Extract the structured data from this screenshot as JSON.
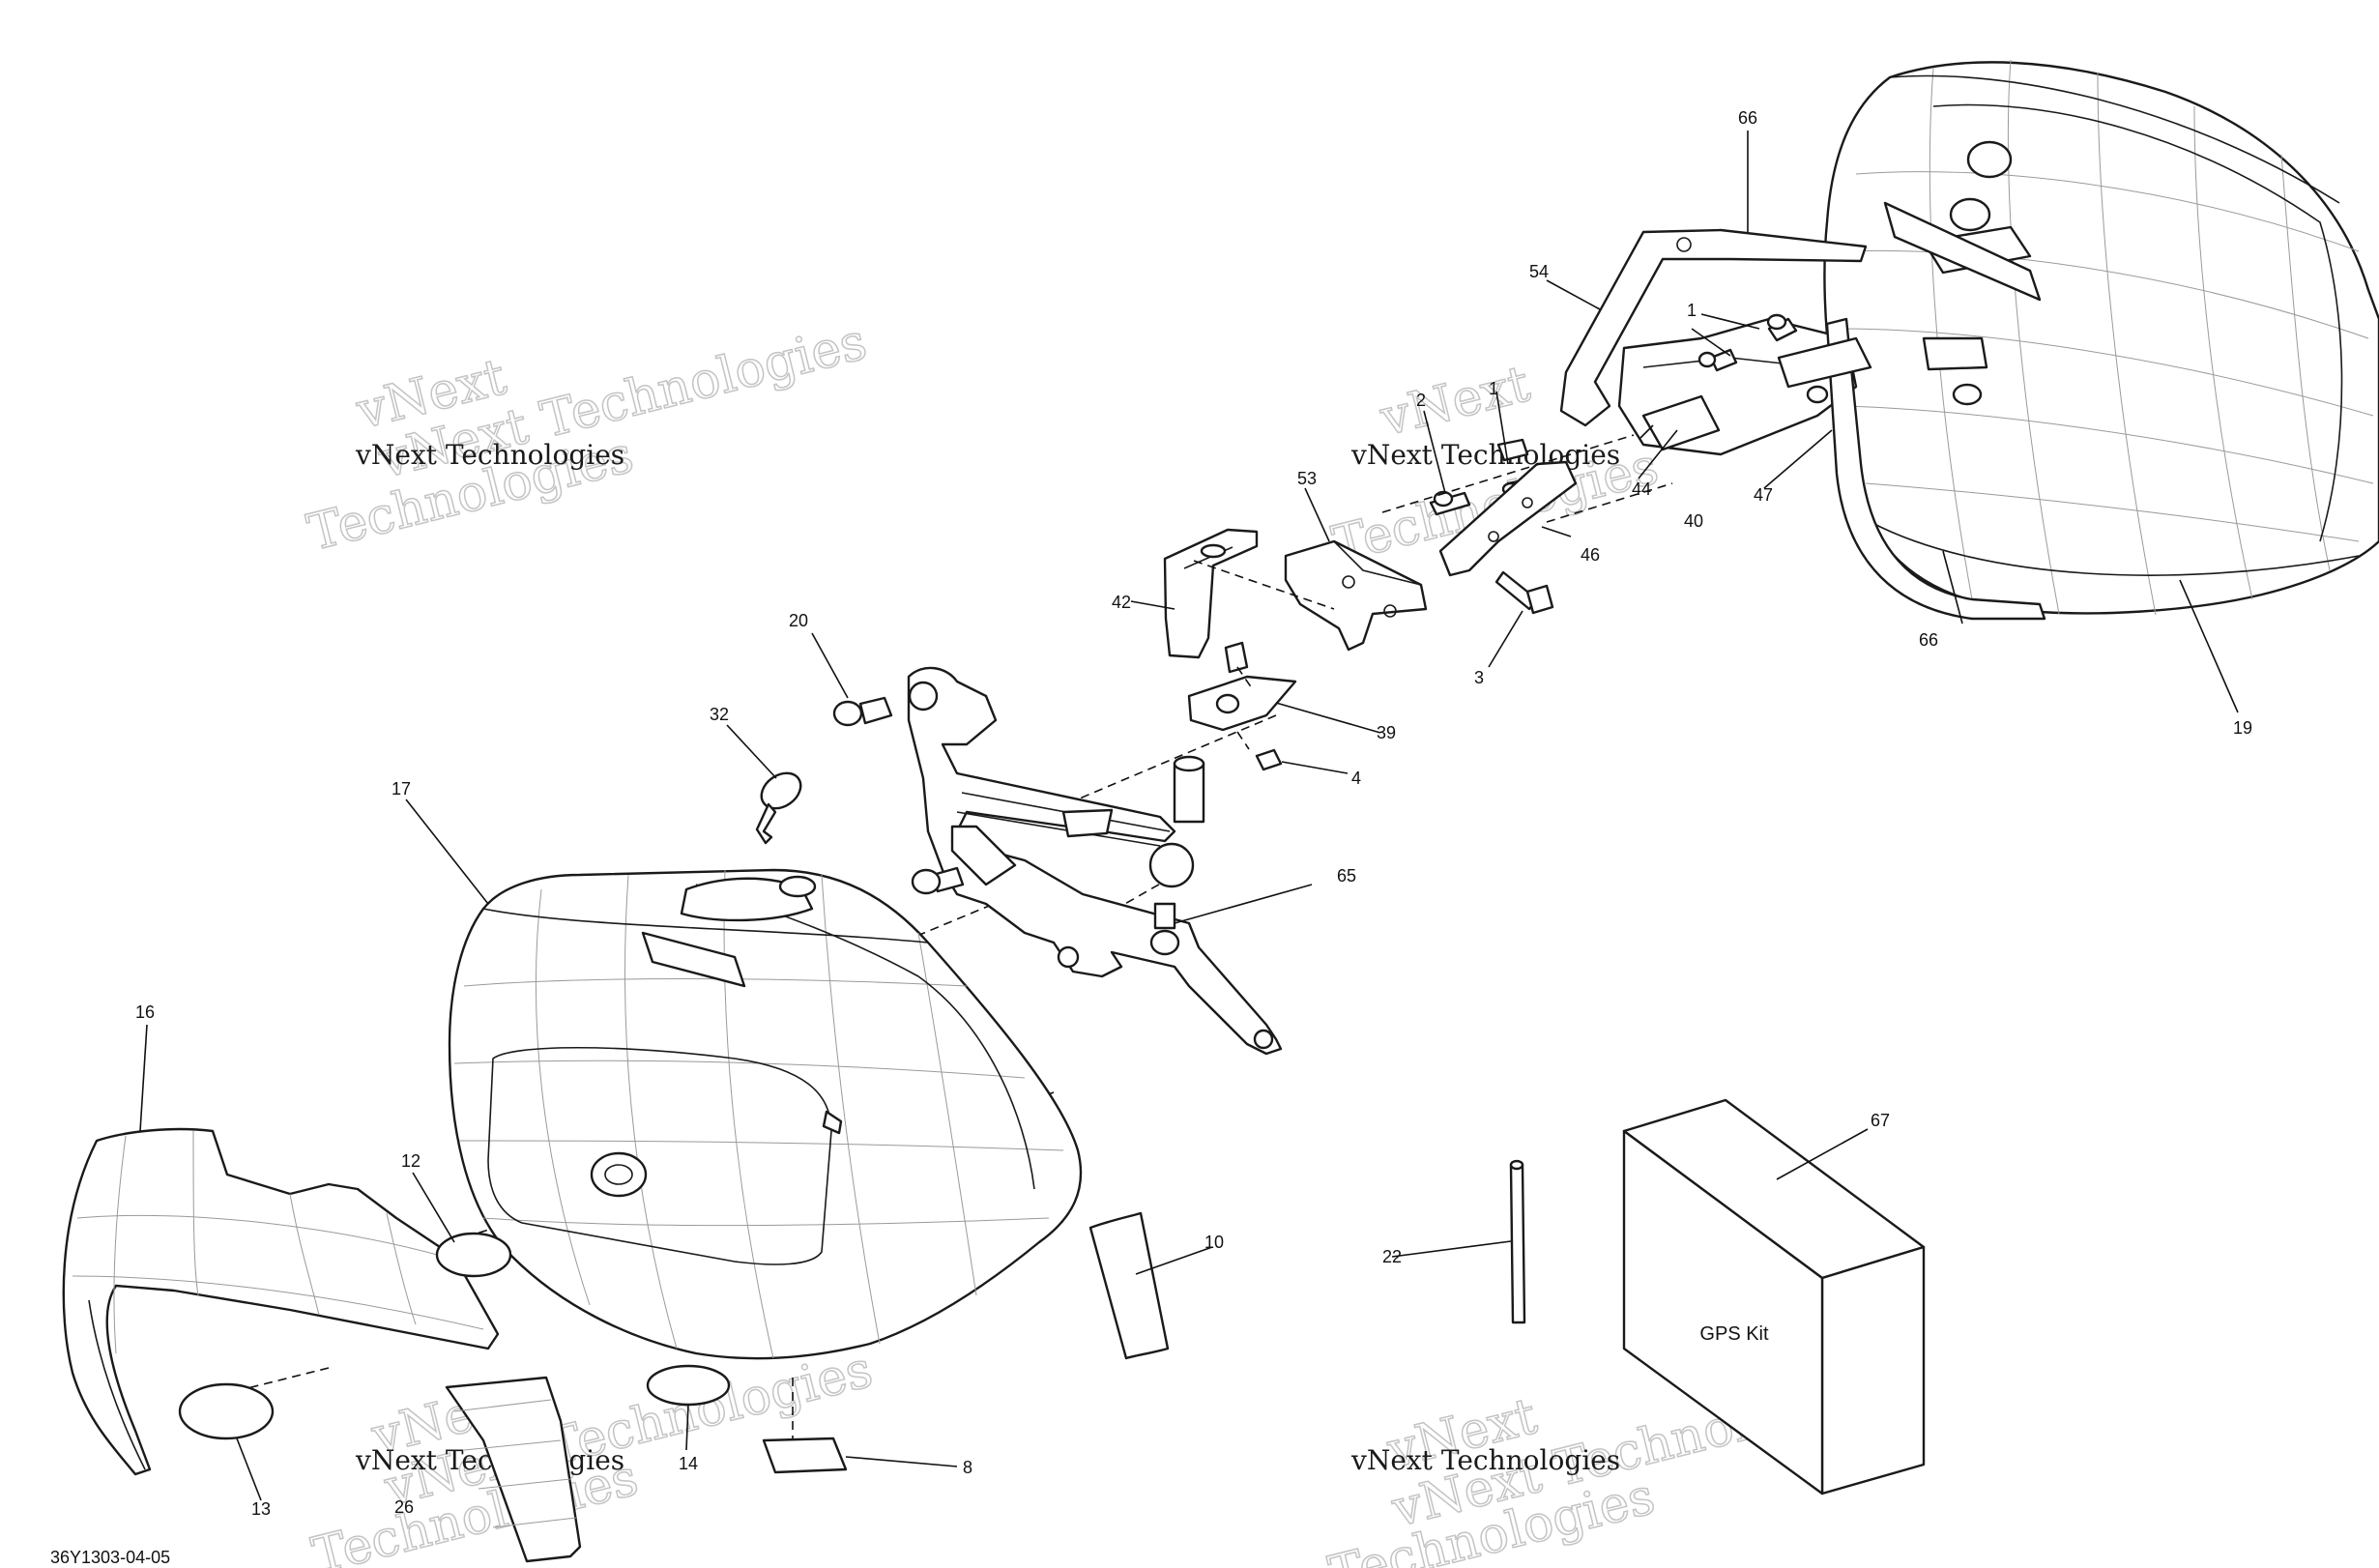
{
  "diagram": {
    "reference_code": "36Y1303-04-05",
    "kit_box_label": "GPS Kit",
    "watermark": {
      "line1": "vNext Technologies",
      "line2": "vNext",
      "line3": "Technologies"
    },
    "callouts": {
      "c1a": "1",
      "c1b": "1",
      "c2": "2",
      "c3": "3",
      "c4": "4",
      "c8": "8",
      "c10": "10",
      "c12": "12",
      "c13": "13",
      "c14": "14",
      "c16": "16",
      "c17": "17",
      "c19": "19",
      "c20": "20",
      "c22": "22",
      "c26": "26",
      "c32": "32",
      "c39": "39",
      "c40": "40",
      "c42": "42",
      "c44": "44",
      "c46": "46",
      "c47": "47",
      "c53": "53",
      "c54": "54",
      "c65": "65",
      "c66a": "66",
      "c66b": "66",
      "c67": "67"
    }
  }
}
